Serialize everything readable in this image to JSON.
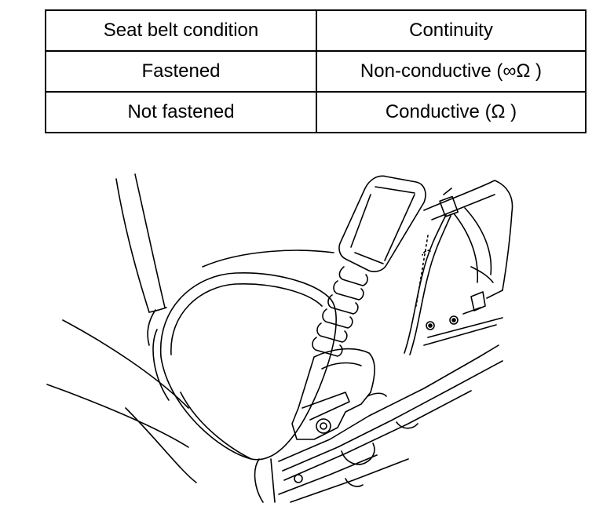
{
  "table": {
    "headers": [
      "Seat belt condition",
      "Continuity"
    ],
    "rows": [
      [
        "Fastened",
        "Non-conductive (∞Ω )"
      ],
      [
        "Not fastened",
        "Conductive (Ω )"
      ]
    ]
  }
}
